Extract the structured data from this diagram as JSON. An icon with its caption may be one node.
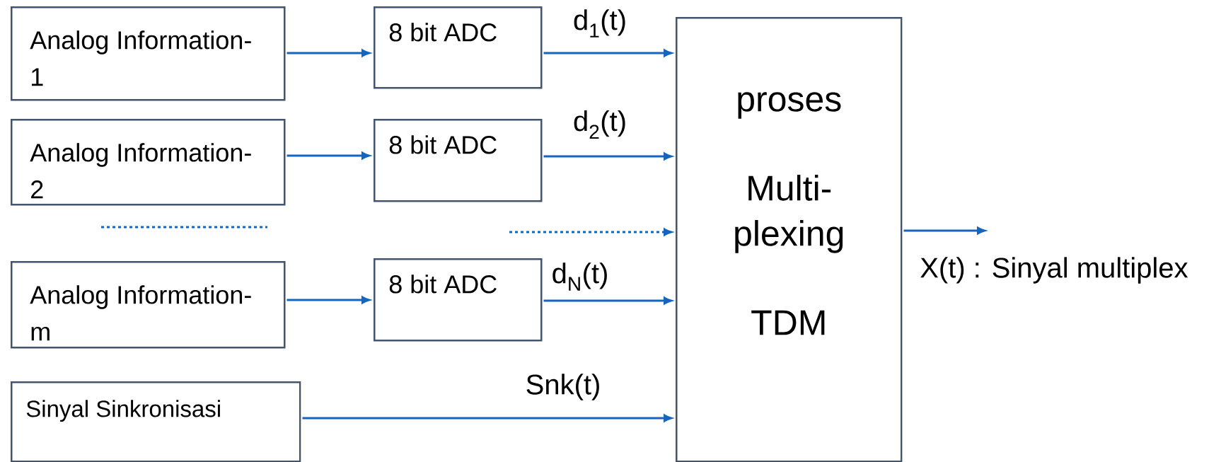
{
  "diagram": {
    "nodes": [
      {
        "text": [
          "Analog Information- 1"
        ]
      },
      {
        "text": [
          "8 bit ADC"
        ]
      },
      {
        "text": [
          "Analog Information- 2"
        ]
      },
      {
        "text": [
          "8 bit ADC"
        ]
      },
      {
        "text": [
          "Analog Information- m"
        ]
      },
      {
        "text": [
          "8 bit ADC"
        ]
      },
      {
        "text": [
          "Sinyal Sinkronisasi"
        ]
      },
      {
        "text": [
          "proses",
          "Multi- plexing",
          "TDM"
        ]
      }
    ],
    "edges": [
      {
        "from": 0,
        "to": 1,
        "arrow": "to"
      },
      {
        "from": 2,
        "to": 3,
        "arrow": "to"
      },
      {
        "from": 4,
        "to": 5,
        "arrow": "to"
      },
      {
        "from": 1,
        "to": 7,
        "arrow": "to",
        "label": "d$_{1}$(t)"
      },
      {
        "from": 3,
        "to": 7,
        "arrow": "to",
        "label": "d$_{2}$(t)"
      },
      {
        "from": null,
        "to": 7,
        "arrow": "to",
        "style": "dashed"
      },
      {
        "from": 5,
        "to": 7,
        "arrow": "to",
        "label": "d$_{N}$(t)"
      },
      {
        "from": 6,
        "to": 7,
        "arrow": "to",
        "label": "Snk(t)"
      },
      {
        "from": 7,
        "to": null,
        "arrow": "to",
        "label": "X(t) : Sinyal multiplex"
      }
    ]
  }
}
